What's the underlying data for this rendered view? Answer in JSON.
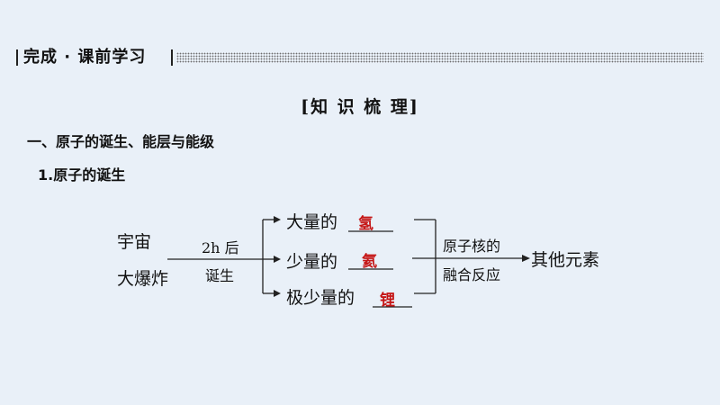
{
  "header": {
    "title": "完成 · 课前学习"
  },
  "section_title": "[知 识 梳 理]",
  "heading1": "一、原子的诞生、能层与能级",
  "heading2": "1.原子的诞生",
  "diagram": {
    "source_line1": "宇宙",
    "source_line2": "大爆炸",
    "arrow_top_label": "2h 后",
    "arrow_bottom_label": "诞生",
    "branches": [
      {
        "prefix": "大量的",
        "answer": "氢"
      },
      {
        "prefix": "少量的",
        "answer": "氦"
      },
      {
        "prefix": "极少量的",
        "answer": "锂"
      }
    ],
    "right_label_line1": "原子核的",
    "right_label_line2": "融合反应",
    "result": "其他元素"
  },
  "colors": {
    "background": "#e9f0f8",
    "answer": "#c51616"
  }
}
